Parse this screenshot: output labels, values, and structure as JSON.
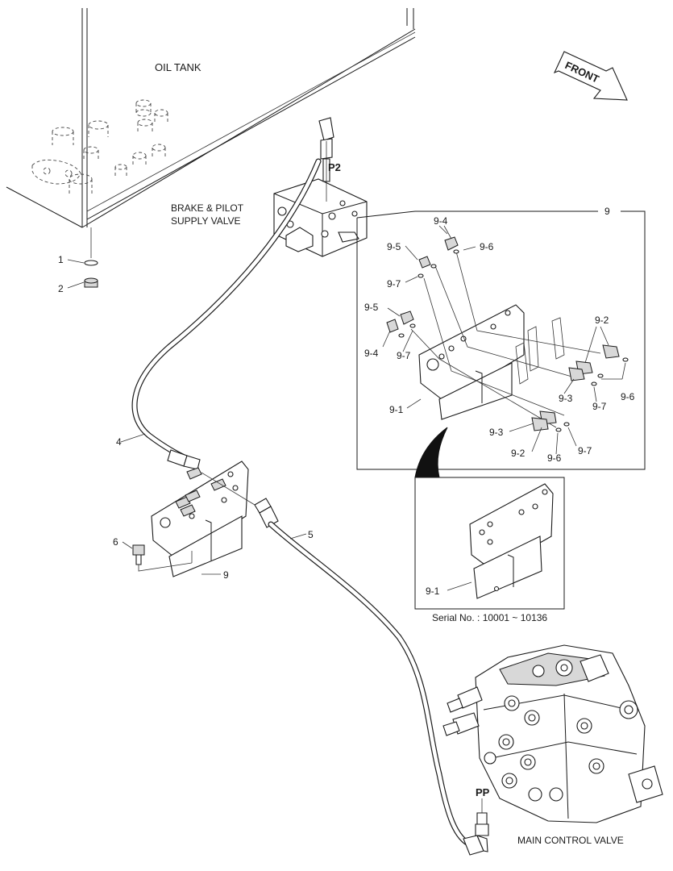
{
  "labels": {
    "oil_tank": "OIL TANK",
    "front": "FRONT",
    "brake_valve_line1": "BRAKE & PILOT",
    "brake_valve_line2": "SUPPLY VALVE",
    "port_p2": "P2",
    "port_pp": "PP",
    "main_control_valve": "MAIN CONTROL VALVE",
    "serial_note": "Serial No. : 10001 ~ 10136"
  },
  "callouts": {
    "item_1": "1",
    "item_2": "2",
    "item_4": "4",
    "item_5": "5",
    "item_6": "6",
    "item_9_main": "9",
    "item_9_box": "9"
  },
  "detail_callouts": {
    "c1": "9-4",
    "c2": "9-5",
    "c3": "9-6",
    "c4": "9-7",
    "c5": "9-5",
    "c6": "9-4",
    "c7": "9-7",
    "c8": "9-2",
    "c9": "9-1",
    "c10": "9-3",
    "c11": "9-6",
    "c12": "9-7",
    "c13": "9-3",
    "c14": "9-2",
    "c15": "9-6",
    "c16": "9-7",
    "c17": "9-1"
  }
}
